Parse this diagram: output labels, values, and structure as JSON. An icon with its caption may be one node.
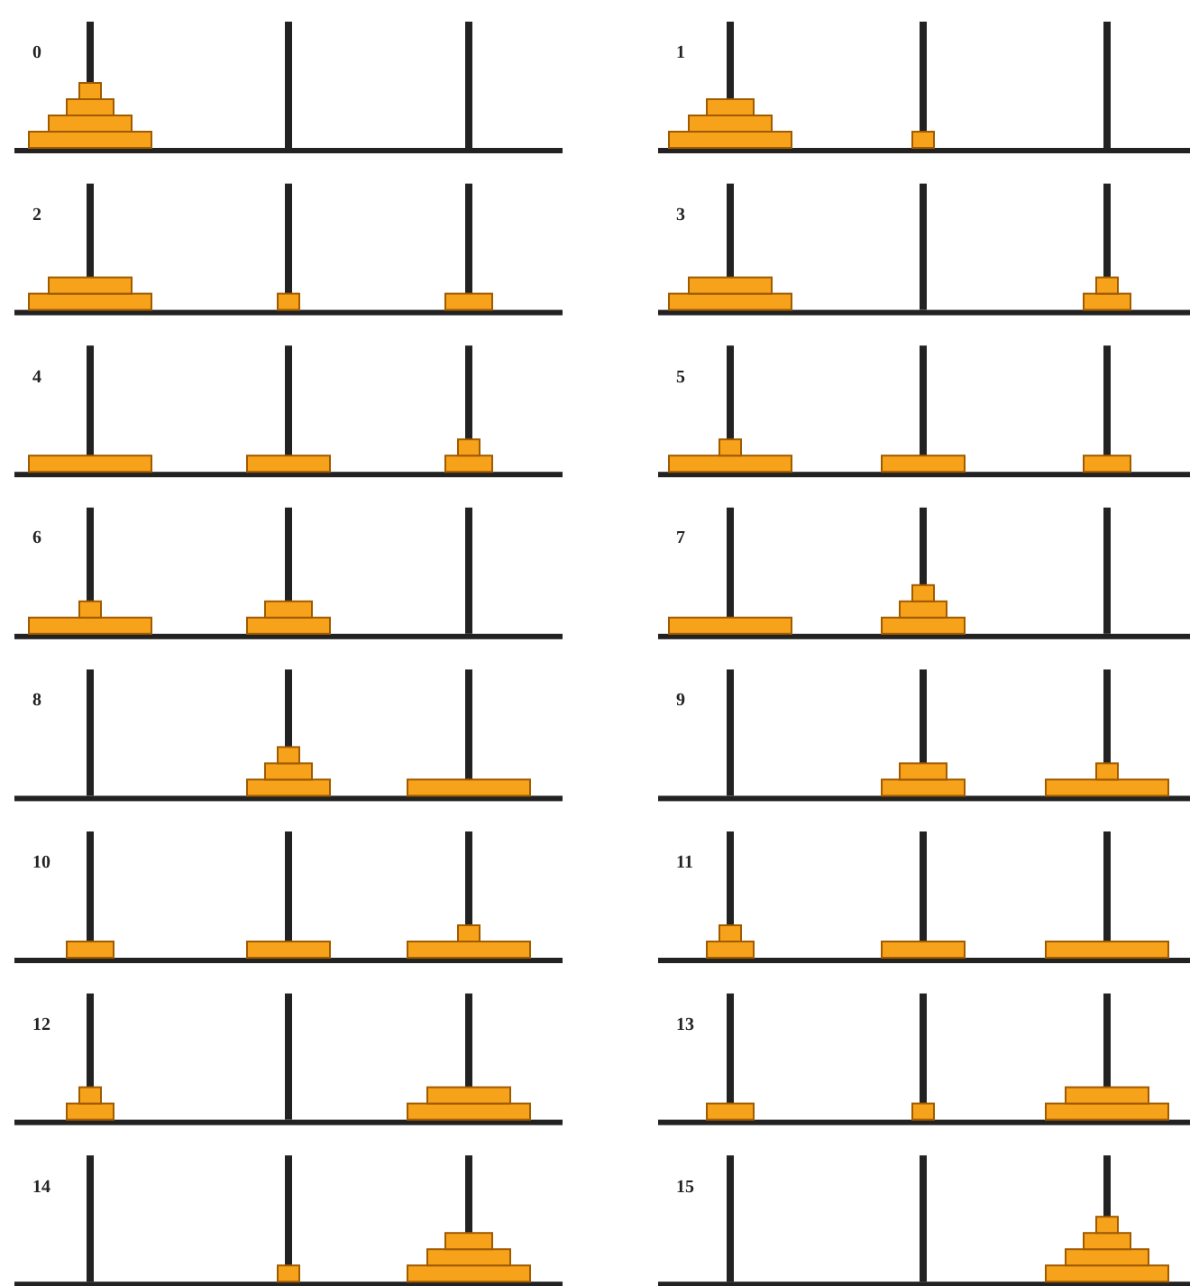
{
  "diagram": {
    "labels": [
      "0",
      "1",
      "2",
      "3",
      "4",
      "5",
      "6",
      "7",
      "8",
      "9",
      "10",
      "11",
      "12",
      "13",
      "14",
      "15"
    ]
  }
}
